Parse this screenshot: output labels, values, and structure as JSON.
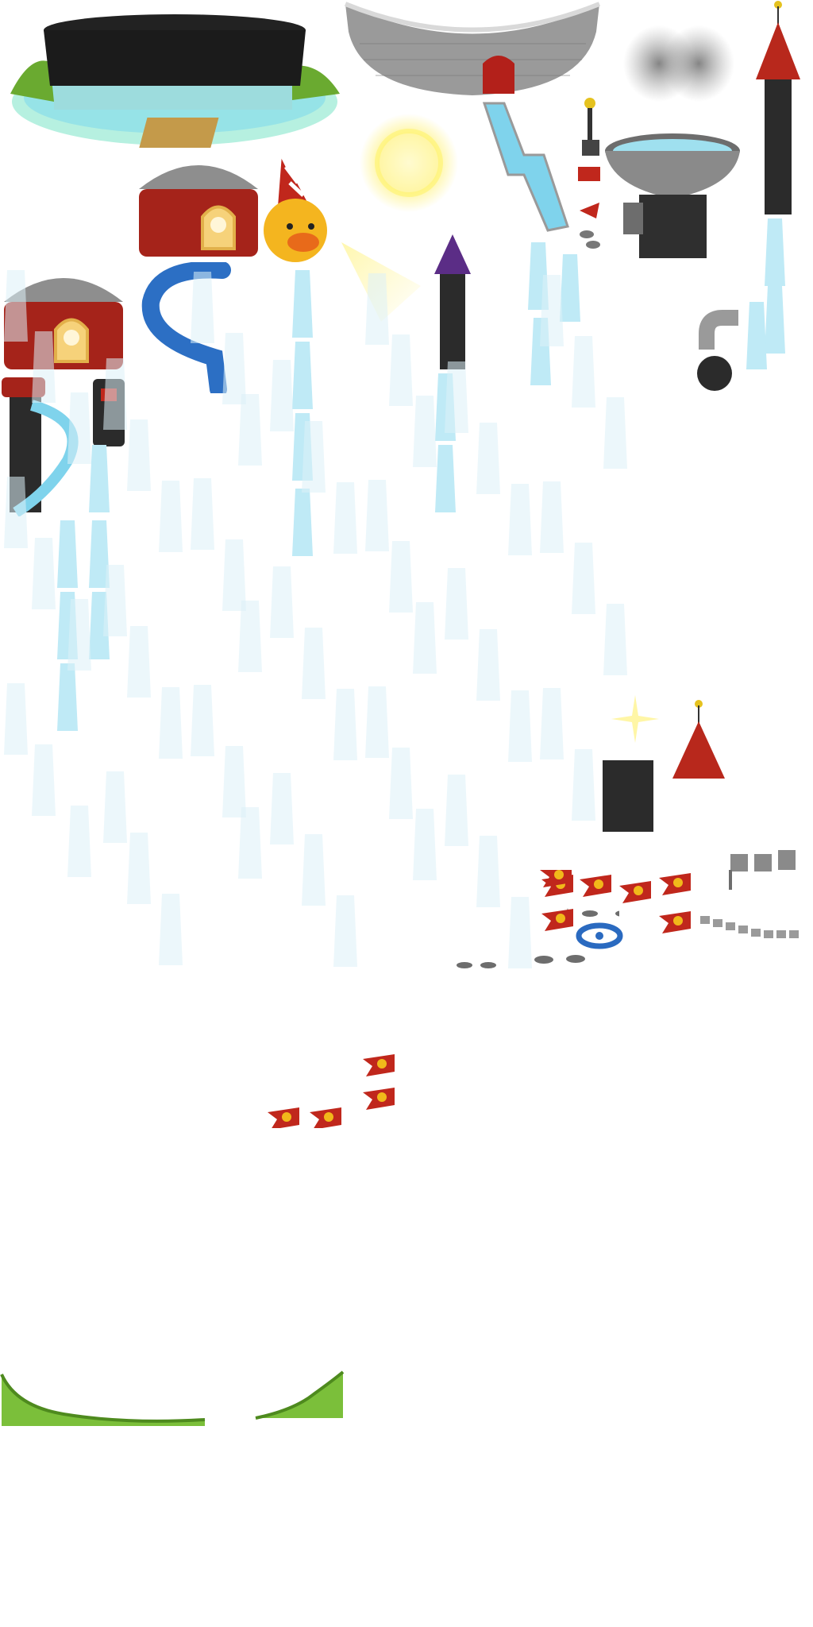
{
  "sheet": {
    "type": "game sprite atlas",
    "background": "#ffffff"
  },
  "colors": {
    "water": "#7fd3ec",
    "water_light": "#bfeaf6",
    "pool_glow": "#b6f0e0",
    "stone": "#9a9a9a",
    "stone_dark": "#6d6d6d",
    "tower_black": "#2b2b2b",
    "roof_red": "#b8281c",
    "roof_purple": "#5b2d86",
    "house_red": "#a5231a",
    "dome_gray": "#8e8e8e",
    "grass": "#7bbf3a",
    "flag_red": "#c0271c",
    "flag_gold": "#f1b81a",
    "duck_yellow": "#f4b51f",
    "pipe_blue": "#2c6fc4",
    "wheel_blue": "#2a6ac0",
    "sun_yellow": "#fff6a6",
    "ghost_water": "#ddf1f8"
  },
  "sprites": [
    {
      "name": "pool-stadium",
      "icon": "arena-pool-icon"
    },
    {
      "name": "stone-wall-arena",
      "icon": "castle-wall-icon"
    },
    {
      "name": "smoke-cloud",
      "icon": "smoke-icon"
    },
    {
      "name": "red-roof-tower",
      "icon": "tower-icon"
    },
    {
      "name": "sun-glow",
      "icon": "sun-icon"
    },
    {
      "name": "waterfall-chute",
      "icon": "waterfall-icon"
    },
    {
      "name": "lever-post",
      "icon": "lever-icon"
    },
    {
      "name": "fountain-basin-tower",
      "icon": "fountain-icon"
    },
    {
      "name": "domed-house-1",
      "icon": "house-icon"
    },
    {
      "name": "domed-house-2",
      "icon": "house-icon"
    },
    {
      "name": "party-duck",
      "icon": "duck-icon"
    },
    {
      "name": "light-beam",
      "icon": "beam-icon"
    },
    {
      "name": "blue-pipe-slide",
      "icon": "pipe-icon"
    },
    {
      "name": "purple-roof-tower",
      "icon": "tower-icon"
    },
    {
      "name": "drain-pipe",
      "icon": "pipe-icon"
    },
    {
      "name": "slide-tower",
      "icon": "slide-icon"
    },
    {
      "name": "small-emblem-tower",
      "icon": "tower-icon"
    },
    {
      "name": "dark-block",
      "icon": "block-icon"
    },
    {
      "name": "red-cone-roof",
      "icon": "roof-icon"
    },
    {
      "name": "sparkle",
      "icon": "sparkle-icon"
    },
    {
      "name": "stone-wall-pieces",
      "icon": "wall-icon"
    },
    {
      "name": "valve-wheel",
      "icon": "valve-icon"
    },
    {
      "name": "grass-bush-left",
      "icon": "bush-icon"
    },
    {
      "name": "grass-bush-right",
      "icon": "bush-icon"
    }
  ],
  "flag_groups": [
    {
      "name": "banner-flags-right",
      "count": 7
    },
    {
      "name": "banner-flags-bottom",
      "count": 4
    }
  ],
  "water_segments": {
    "solid_count": 24,
    "ghost_count": 62
  }
}
